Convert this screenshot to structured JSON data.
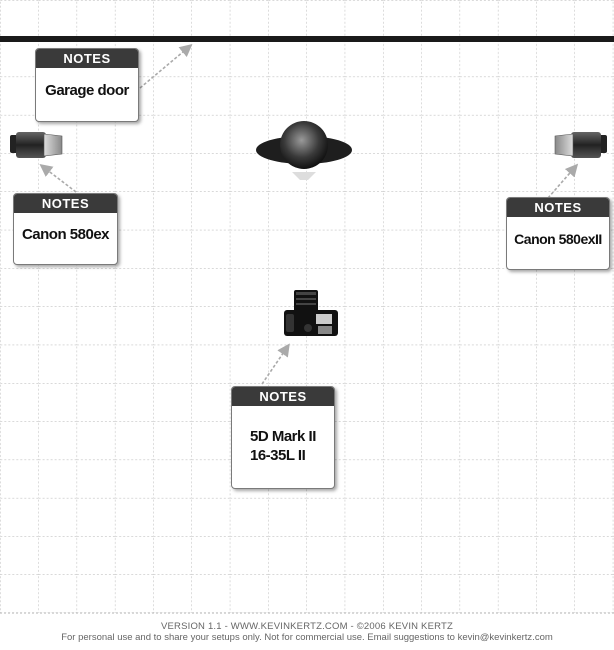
{
  "notes": [
    {
      "header": "NOTES",
      "text": "Garage door"
    },
    {
      "header": "NOTES",
      "text": "Canon 580ex"
    },
    {
      "header": "NOTES",
      "text": "Canon 580exII"
    },
    {
      "header": "NOTES",
      "line1": "5D Mark II",
      "line2": "16-35L II"
    }
  ],
  "footer": {
    "line1": "VERSION 1.1   -   WWW.KEVINKERTZ.COM   -   ©2006 KEVIN KERTZ",
    "line2": "For personal use and to share your setups only. Not for commercial use.  Email suggestions to kevin@kevinkertz.com"
  },
  "colors": {
    "grid": "#9a9a9a",
    "wall": "#1a1a1a",
    "note_header": "#3a3a3a",
    "arrow": "#aaaaaa"
  },
  "icons": [
    "flash-icon",
    "subject-icon",
    "camera-icon"
  ]
}
